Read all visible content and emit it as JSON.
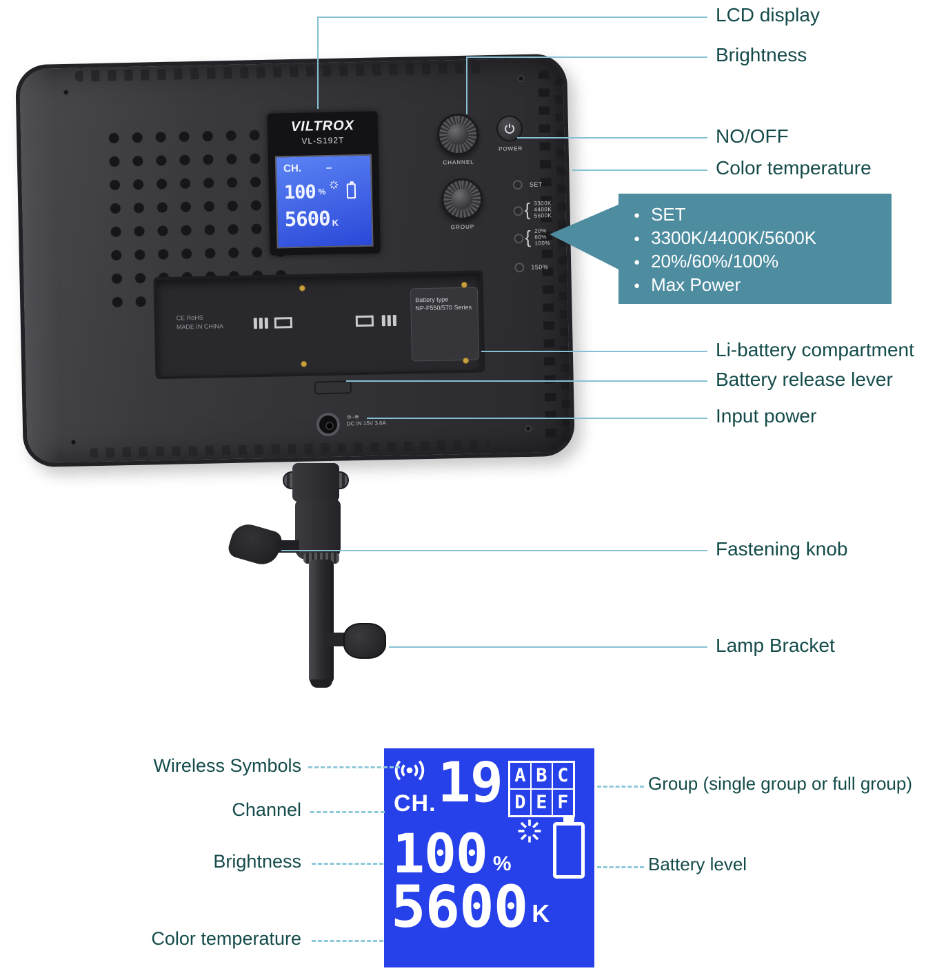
{
  "colors": {
    "label_text": "#144b4a",
    "callout_line": "#85c0d4",
    "info_box": "#4e8ca0",
    "lcd_blue": "#2640ea",
    "panel_body": "#333337"
  },
  "callouts": {
    "lcd_display": "LCD display",
    "brightness": "Brightness",
    "no_off": "NO/OFF",
    "color_temperature": "Color temperature",
    "li_battery": "Li-battery compartment",
    "battery_release": "Battery release lever",
    "input_power": "Input power",
    "fastening_knob": "Fastening knob",
    "lamp_bracket": "Lamp Bracket"
  },
  "info_box": {
    "items": [
      "SET",
      "3300K/4400K/5600K",
      "20%/60%/100%",
      "Max Power"
    ]
  },
  "panel": {
    "brand": "VILTROX",
    "model": "VL-S192T",
    "lcd": {
      "ch": "CH.",
      "dash": "–",
      "brightness": "100",
      "percent": "%",
      "temp": "5600",
      "k": "K"
    },
    "knob1_label": "CHANNEL",
    "knob2_label": "GROUP",
    "power_label": "POWER",
    "indicators": {
      "set": "SET",
      "brace": "{",
      "temps": [
        "3300K",
        "4400K",
        "5600K"
      ],
      "pcts": [
        "20%",
        "60%",
        "100%"
      ],
      "max": "150%"
    },
    "compartment": {
      "certs": "CE RoHS",
      "made_in": "MADE IN CHINA",
      "battery_type_label": "Battery type",
      "battery_type_value": "NP-F550/570 Series"
    },
    "dc_polarity": "⊖–⊕",
    "dc_label": "DC IN 15V 3.6A"
  },
  "bottom_lcd": {
    "ch": "CH.",
    "channel": "19",
    "letters": [
      "A",
      "B",
      "C",
      "D",
      "E",
      "F"
    ],
    "brightness": "100",
    "percent": "%",
    "temp": "5600",
    "k": "K"
  },
  "bottom_labels": {
    "wireless": "Wireless Symbols",
    "channel": "Channel",
    "brightness": "Brightness",
    "color_temp": "Color temperature",
    "group": "Group (single group or full group)",
    "battery": "Battery level"
  }
}
